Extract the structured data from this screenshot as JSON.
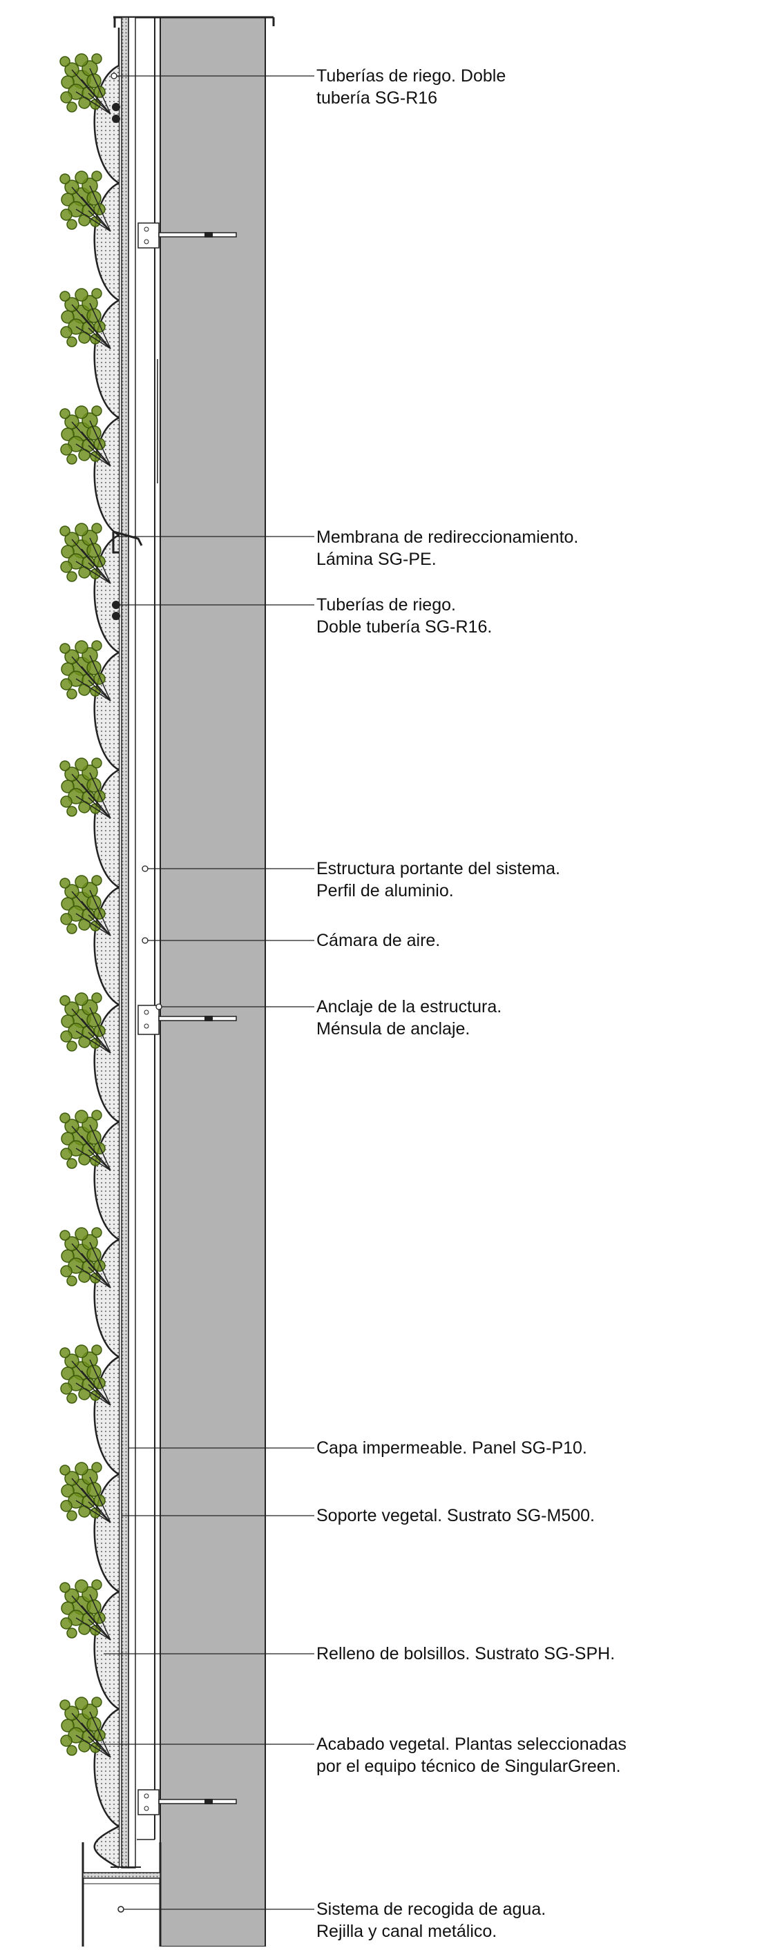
{
  "title": "",
  "colors": {
    "wall": "#b3b3b3",
    "line": "#111111",
    "foliage": "#6f8f1f",
    "foliage_stroke": "#3d5a0c",
    "substrate": "#e6e6e6"
  },
  "annotations": [
    {
      "id": "riego-top",
      "lines": [
        "Tuberías de riego. Doble",
        "tubería SG-R16"
      ]
    },
    {
      "id": "membrana",
      "lines": [
        "Membrana de redireccionamiento.",
        "Lámina SG-PE."
      ]
    },
    {
      "id": "riego-mid",
      "lines": [
        "Tuberías de riego.",
        "Doble tubería SG-R16."
      ]
    },
    {
      "id": "estructura",
      "lines": [
        "Estructura portante del sistema.",
        "Perfil de aluminio."
      ]
    },
    {
      "id": "camara",
      "lines": [
        "Cámara de aire."
      ]
    },
    {
      "id": "anclaje",
      "lines": [
        "Anclaje de la estructura.",
        "Ménsula de anclaje."
      ]
    },
    {
      "id": "capa",
      "lines": [
        "Capa impermeable. Panel SG-P10."
      ]
    },
    {
      "id": "soporte",
      "lines": [
        "Soporte vegetal. Sustrato SG-M500."
      ]
    },
    {
      "id": "relleno",
      "lines": [
        "Relleno de bolsillos. Sustrato SG-SPH."
      ]
    },
    {
      "id": "acabado",
      "lines": [
        "Acabado vegetal. Plantas seleccionadas",
        "por el equipo técnico de SingularGreen."
      ]
    },
    {
      "id": "sistema",
      "lines": [
        "Sistema de recogida de agua.",
        "Rejilla y canal metálico."
      ]
    }
  ]
}
